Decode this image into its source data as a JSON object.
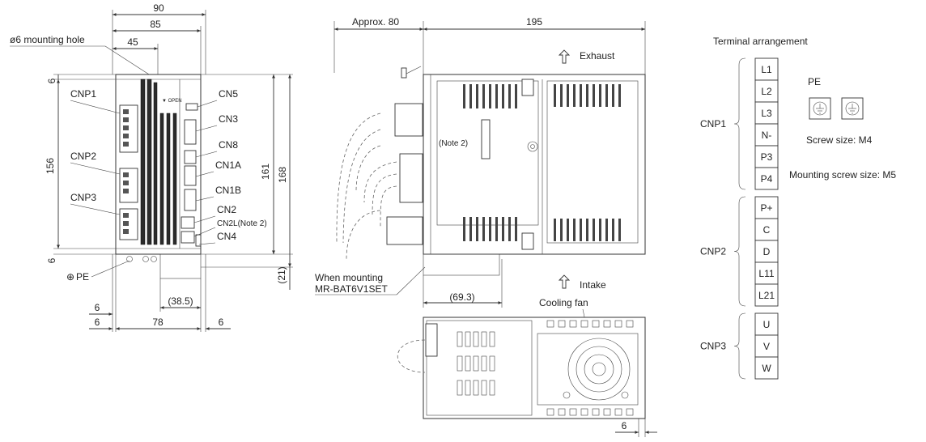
{
  "dims": {
    "d90": "90",
    "d85": "85",
    "d45": "45",
    "mounting_hole": "ø6 mounting hole",
    "d6_top": "6",
    "d156": "156",
    "d6_bottom": "6",
    "d161": "161",
    "d168": "168",
    "d21": "(21)",
    "d6_left": "6",
    "d6_left2": "6",
    "d78": "78",
    "d6_right": "6",
    "d38_5": "(38.5)",
    "approx80": "Approx. 80",
    "d195": "195",
    "d69_3": "(69.3)",
    "d6_bottom_view": "6"
  },
  "connectors": {
    "cnp1": "CNP1",
    "cnp2": "CNP2",
    "cnp3": "CNP3",
    "cn5": "CN5",
    "cn3": "CN3",
    "cn8": "CN8",
    "cn1a": "CN1A",
    "cn1b": "CN1B",
    "cn2": "CN2",
    "cn2l": "CN2L(Note 2)",
    "cn4": "CN4",
    "pe": "PE"
  },
  "side_view": {
    "exhaust": "Exhaust",
    "intake": "Intake",
    "note2": "(Note 2)",
    "when_mounting": "When mounting",
    "battery_model": "MR-BAT6V1SET",
    "cooling_fan": "Cooling fan"
  },
  "terminal": {
    "title": "Terminal arrangement",
    "groups": [
      {
        "name": "CNP1",
        "pins": [
          "L1",
          "L2",
          "L3",
          "N-",
          "P3",
          "P4"
        ]
      },
      {
        "name": "CNP2",
        "pins": [
          "P+",
          "C",
          "D",
          "L11",
          "L21"
        ]
      },
      {
        "name": "CNP3",
        "pins": [
          "U",
          "V",
          "W"
        ]
      }
    ],
    "pe_label": "PE",
    "screw_size": "Screw size: M4",
    "mounting_screw_size": "Mounting screw size: M5"
  }
}
